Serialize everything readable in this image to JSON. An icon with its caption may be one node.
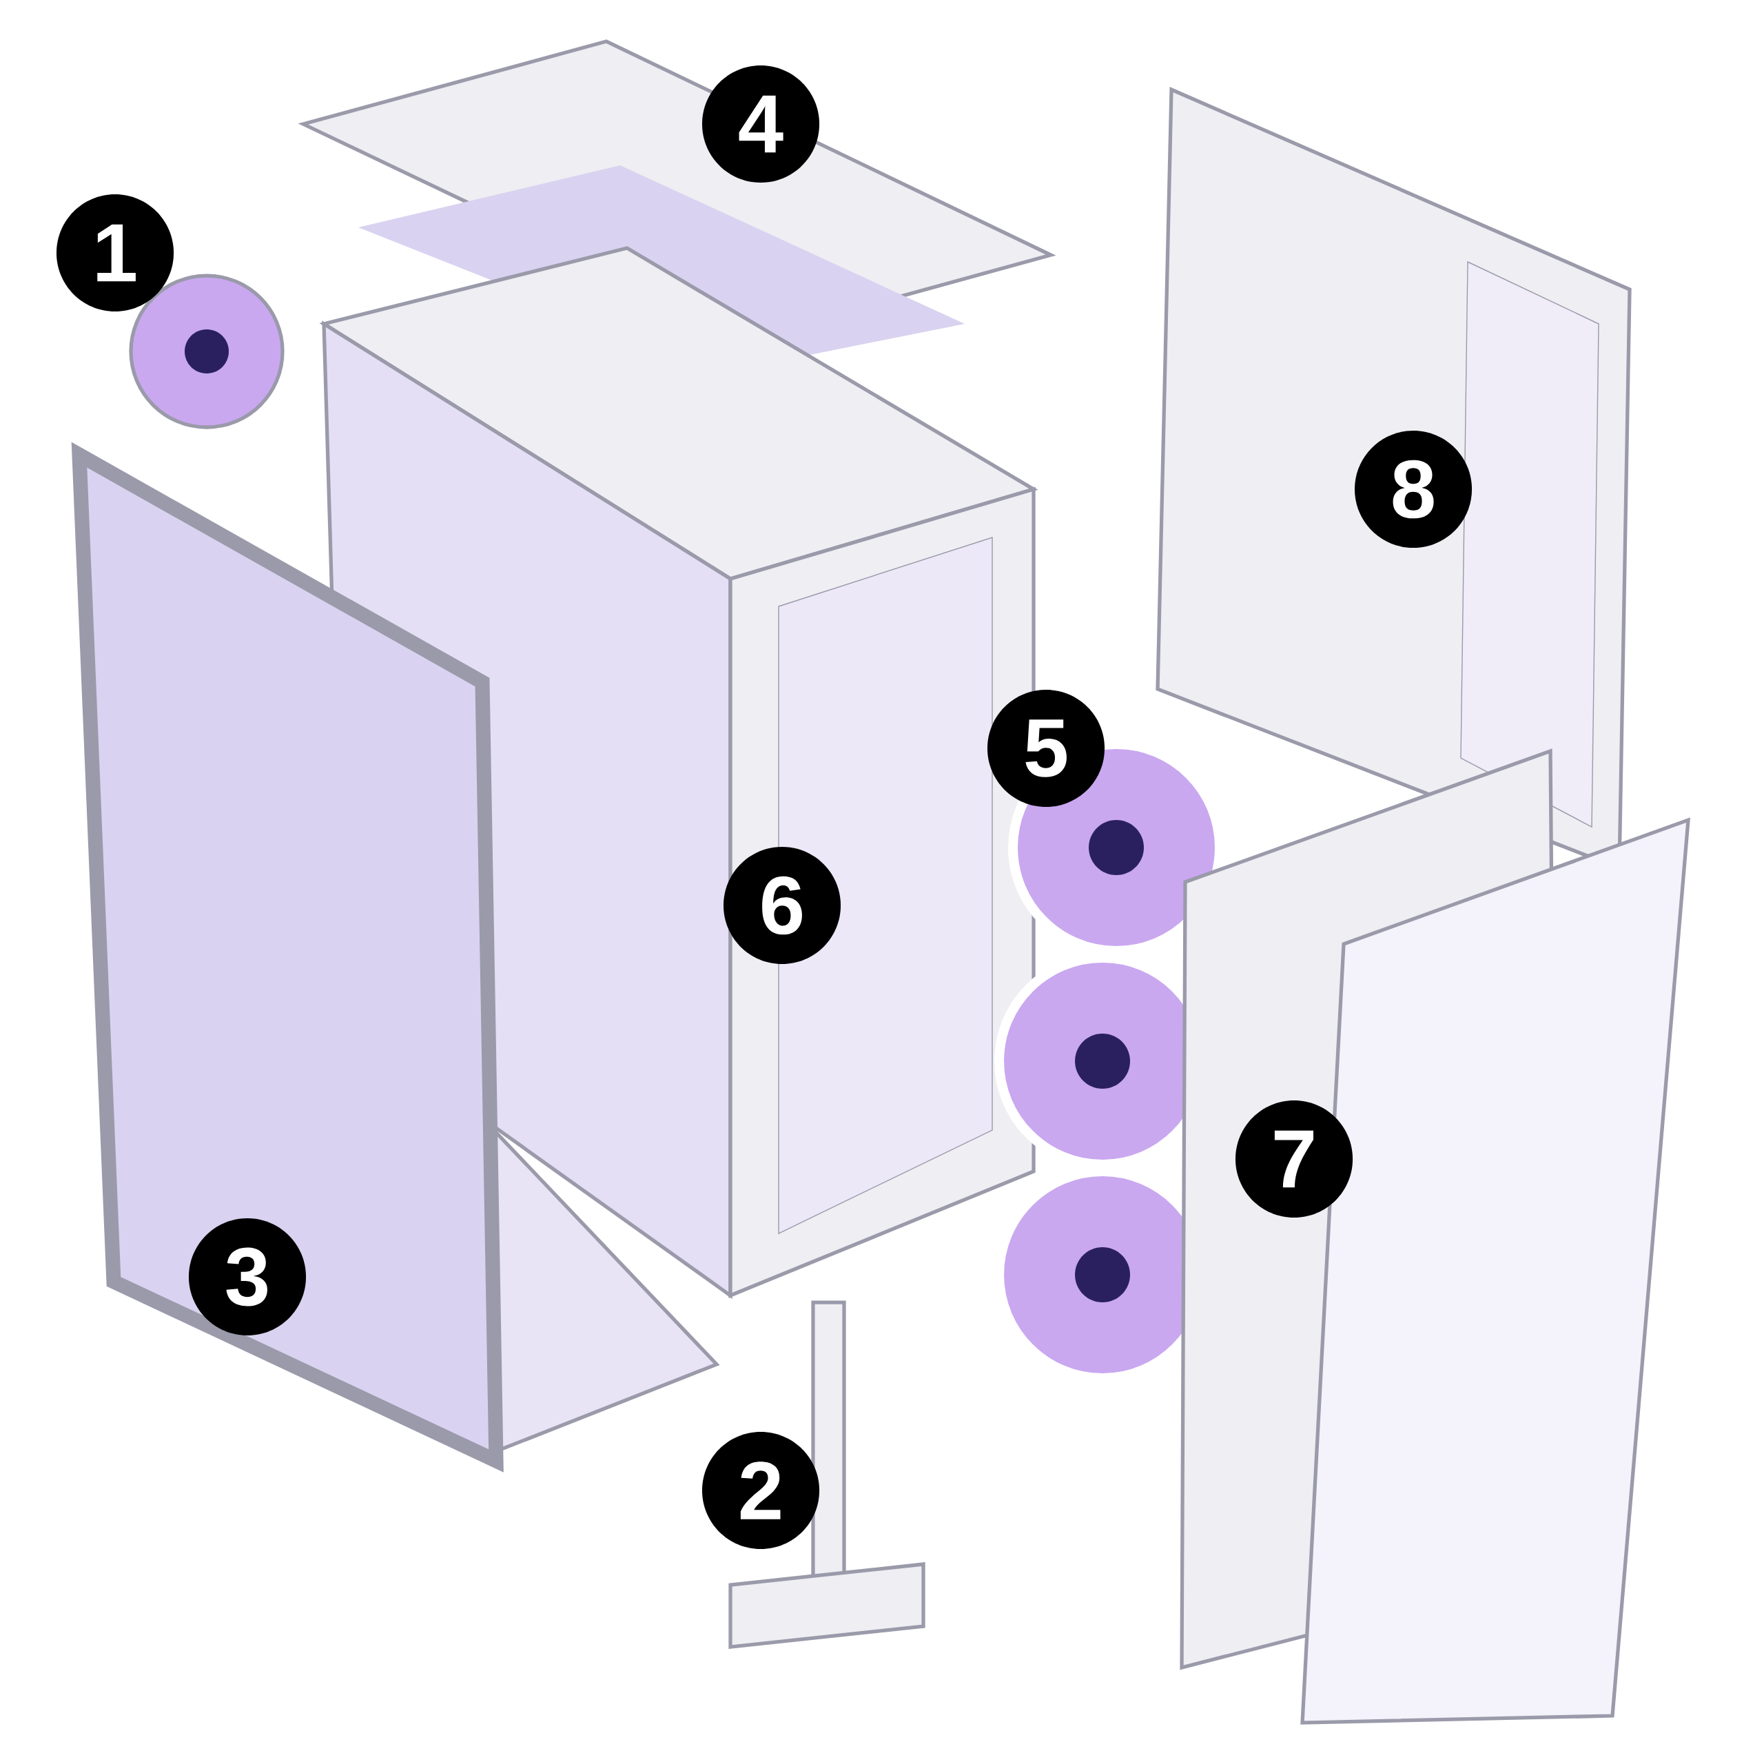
{
  "diagram": {
    "labels": [
      "4",
      "1",
      "8",
      "5",
      "6",
      "7",
      "3",
      "2"
    ]
  }
}
